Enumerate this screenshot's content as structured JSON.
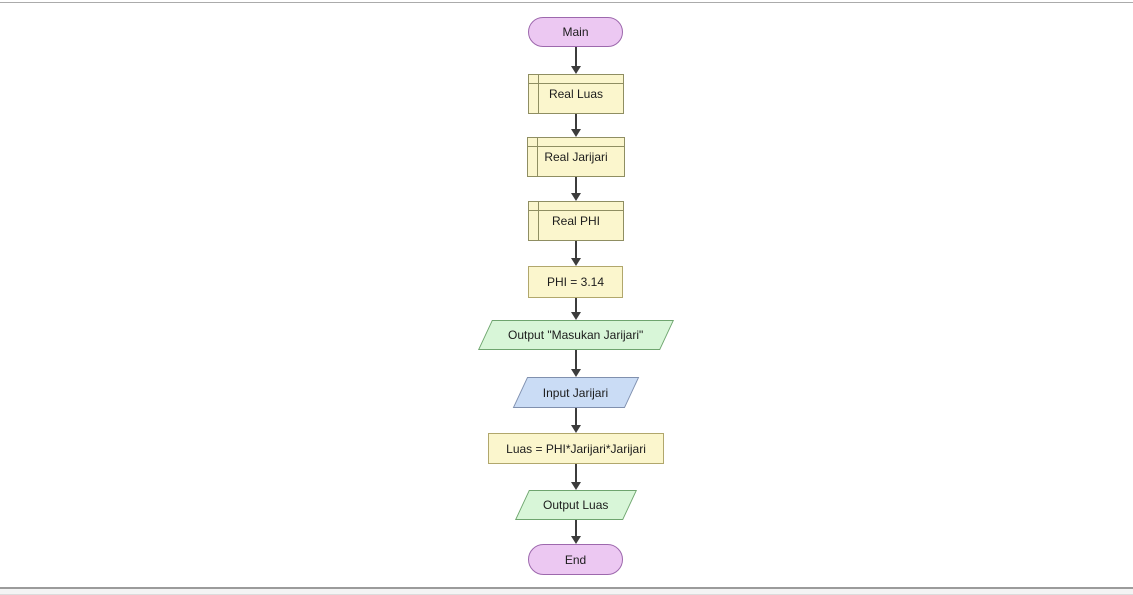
{
  "flowchart": {
    "function_name": "Main",
    "nodes": [
      {
        "type": "terminal",
        "label": "Main"
      },
      {
        "type": "declare",
        "label": "Real Luas"
      },
      {
        "type": "declare",
        "label": "Real Jarijari"
      },
      {
        "type": "declare",
        "label": "Real PHI"
      },
      {
        "type": "assign",
        "label": "PHI = 3.14"
      },
      {
        "type": "output",
        "label": "Output \"Masukan Jarijari\""
      },
      {
        "type": "input",
        "label": "Input Jarijari"
      },
      {
        "type": "assign",
        "label": "Luas = PHI*Jarijari*Jarijari"
      },
      {
        "type": "output",
        "label": "Output Luas"
      },
      {
        "type": "terminal",
        "label": "End"
      }
    ],
    "colors": {
      "terminal_fill": "#ecc8f2",
      "terminal_border": "#9d68ad",
      "declare_fill": "#fbf6cd",
      "declare_border": "#8f8e62",
      "assign_fill": "#fbf6cd",
      "assign_border": "#b1a76c",
      "output_fill": "#d8f6d8",
      "output_border": "#6fa56f",
      "input_fill": "#cadcf5",
      "input_border": "#8090ae",
      "arrow": "#3c3c3c",
      "page_border_top": "#ababab",
      "page_border_bottom": "#9b9b9b"
    }
  }
}
